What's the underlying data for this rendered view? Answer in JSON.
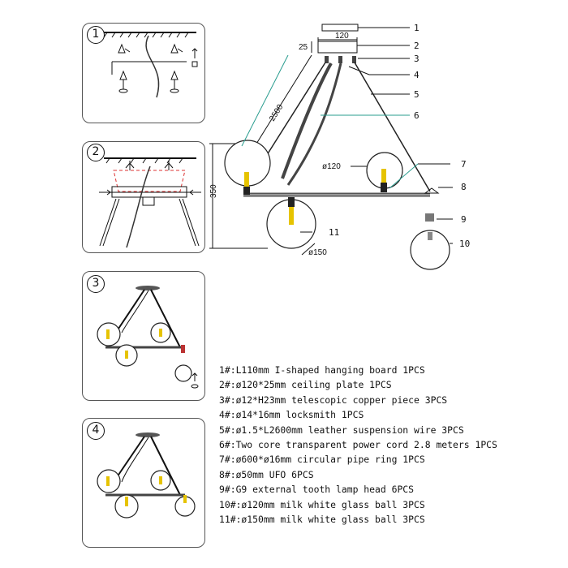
{
  "steps": [
    "1",
    "2",
    "3",
    "4"
  ],
  "main_drawing": {
    "callouts": [
      "1",
      "2",
      "3",
      "4",
      "5",
      "6",
      "7",
      "8",
      "9",
      "10",
      "11"
    ],
    "dims": {
      "plate_width": "120",
      "plate_height": "25",
      "wire_length": "2500",
      "height": "350",
      "ball_small": "ø120",
      "ball_large": "ø150"
    }
  },
  "parts": [
    "1#:L110mm I-shaped hanging board 1PCS",
    "2#:ø120*25mm ceiling plate 1PCS",
    "3#:ø12*H23mm telescopic copper piece 3PCS",
    "4#:ø14*16mm locksmith 1PCS",
    "5#:ø1.5*L2600mm leather suspension wire 3PCS",
    "6#:Two core transparent power cord 2.8 meters 1PCS",
    "7#:ø600*ø16mm circular pipe ring 1PCS",
    "8#:ø50mm UFO 6PCS",
    "9#:G9 external tooth lamp head 6PCS",
    "10#:ø120mm milk white glass ball 3PCS",
    "11#:ø150mm milk white glass ball 3PCS"
  ]
}
